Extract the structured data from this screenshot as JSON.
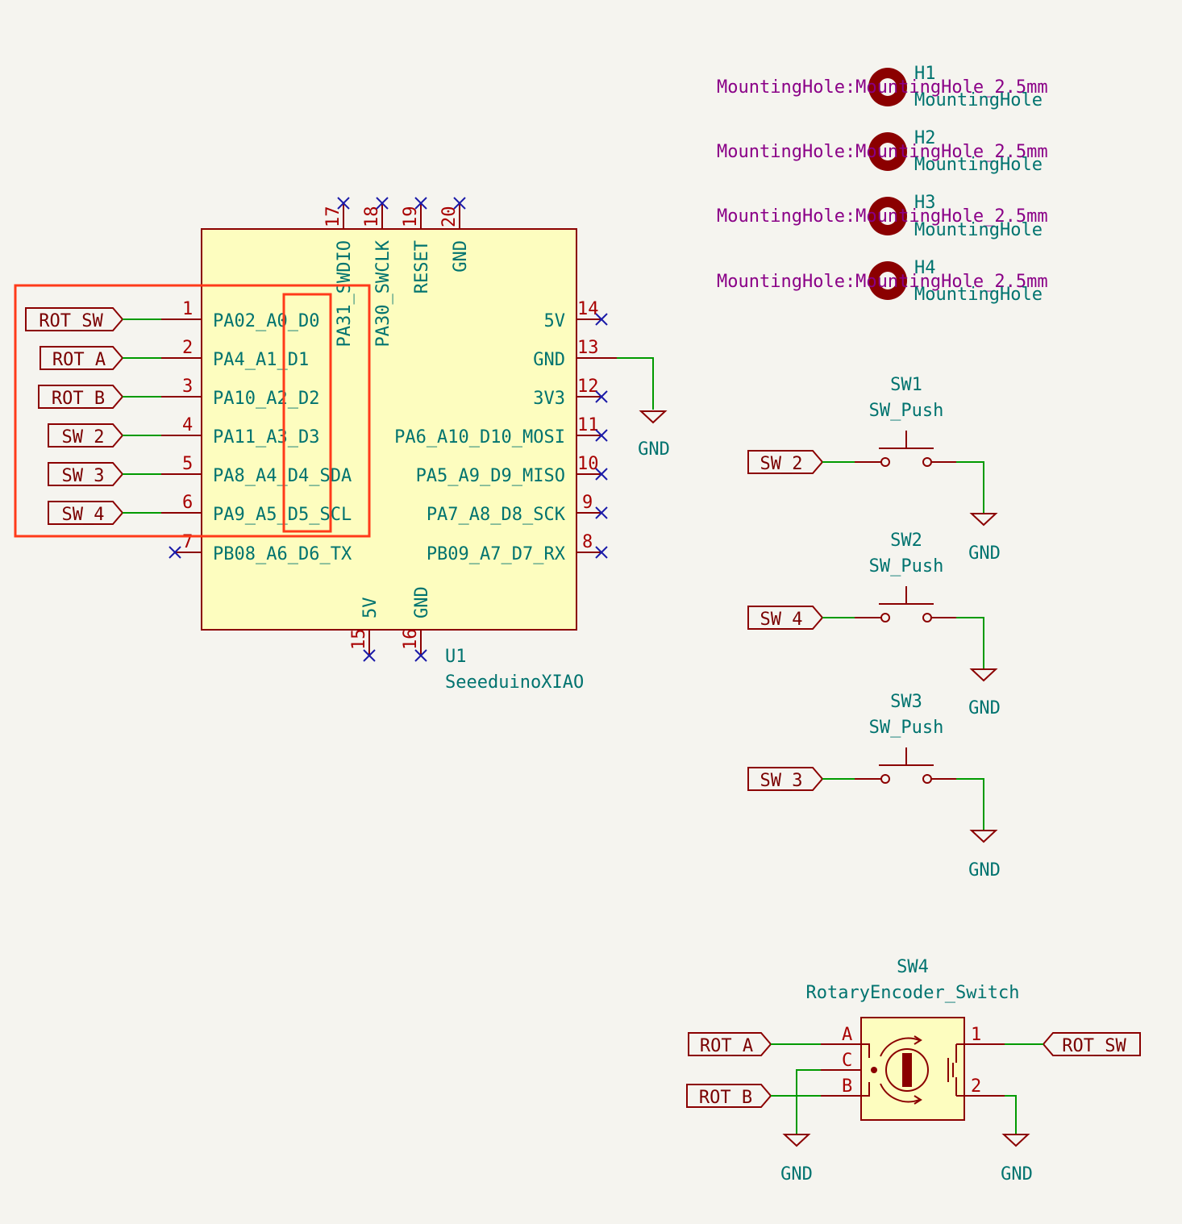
{
  "colors": {
    "background": "#f5f4ef",
    "component_fill": "#fdfdbf",
    "component_outline": "#8b0000",
    "wire": "#009a00",
    "text_teal": "#00736f",
    "pin_number": "#a80000",
    "footprint_text": "#8a0087",
    "no_connect": "#1a1aa8",
    "highlight": "#ff3a1a"
  },
  "u1": {
    "ref": "U1",
    "value": "SeeeduinoXIAO",
    "left_pins": [
      {
        "num": "1",
        "name": "PA02_A0_D0",
        "net": "ROT_SW"
      },
      {
        "num": "2",
        "name": "PA4_A1_D1",
        "net": "ROT_A"
      },
      {
        "num": "3",
        "name": "PA10_A2_D2",
        "net": "ROT_B"
      },
      {
        "num": "4",
        "name": "PA11_A3_D3",
        "net": "SW_2"
      },
      {
        "num": "5",
        "name": "PA8_A4_D4_SDA",
        "net": "SW_3"
      },
      {
        "num": "6",
        "name": "PA9_A5_D5_SCL",
        "net": "SW_4"
      },
      {
        "num": "7",
        "name": "PB08_A6_D6_TX",
        "net": ""
      }
    ],
    "right_pins": [
      {
        "num": "14",
        "name": "5V"
      },
      {
        "num": "13",
        "name": "GND"
      },
      {
        "num": "12",
        "name": "3V3"
      },
      {
        "num": "11",
        "name": "PA6_A10_D10_MOSI"
      },
      {
        "num": "10",
        "name": "PA5_A9_D9_MISO"
      },
      {
        "num": "9",
        "name": "PA7_A8_D8_SCK"
      },
      {
        "num": "8",
        "name": "PB09_A7_D7_RX"
      }
    ],
    "top_pins": [
      {
        "num": "17",
        "name": "PA31_SWDIO"
      },
      {
        "num": "18",
        "name": "PA30_SWCLK"
      },
      {
        "num": "19",
        "name": "RESET"
      },
      {
        "num": "20",
        "name": "GND"
      }
    ],
    "bottom_pins": [
      {
        "num": "15",
        "name": "5V"
      },
      {
        "num": "16",
        "name": "GND"
      }
    ]
  },
  "gnd_label": "GND",
  "mounting_holes": [
    {
      "ref": "H1",
      "value": "MountingHole",
      "footprint": "MountingHole:MountingHole_2.5mm"
    },
    {
      "ref": "H2",
      "value": "MountingHole",
      "footprint": "MountingHole:MountingHole_2.5mm"
    },
    {
      "ref": "H3",
      "value": "MountingHole",
      "footprint": "MountingHole:MountingHole_2.5mm"
    },
    {
      "ref": "H4",
      "value": "MountingHole",
      "footprint": "MountingHole:MountingHole_2.5mm"
    }
  ],
  "switches": [
    {
      "ref": "SW1",
      "value": "SW_Push",
      "net": "SW_2"
    },
    {
      "ref": "SW2",
      "value": "SW_Push",
      "net": "SW_4"
    },
    {
      "ref": "SW3",
      "value": "SW_Push",
      "net": "SW_3"
    }
  ],
  "encoder": {
    "ref": "SW4",
    "value": "RotaryEncoder_Switch",
    "pin_a": "A",
    "pin_b": "B",
    "pin_c": "C",
    "pin_1": "1",
    "pin_2": "2",
    "net_a": "ROT_A",
    "net_b": "ROT_B",
    "net_sw": "ROT_SW"
  }
}
